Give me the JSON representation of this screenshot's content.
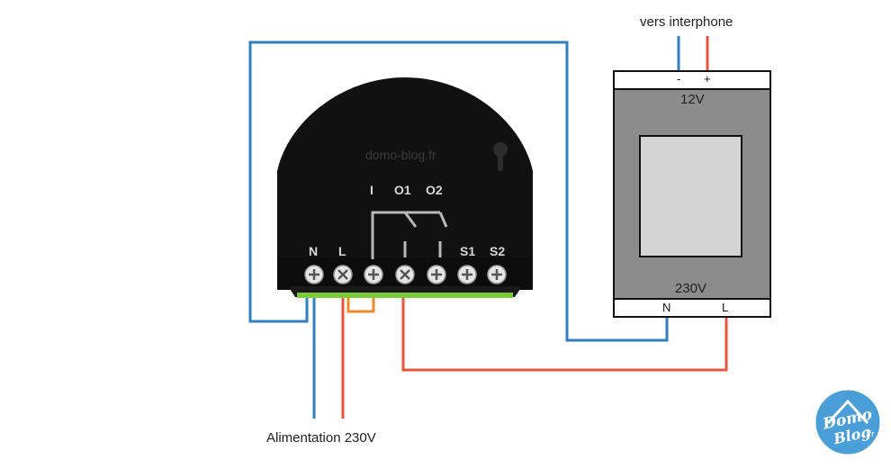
{
  "labels": {
    "intercom_title": "vers interphone",
    "supply_caption": "Alimentation 230V"
  },
  "module": {
    "watermark": "domo-blog.fr",
    "top_terminals": [
      "I",
      "O1",
      "O2"
    ],
    "bottom_terminals": [
      "N",
      "L",
      "",
      "",
      "",
      "S1",
      "S2"
    ]
  },
  "transformer": {
    "output_voltage": "12V",
    "input_voltage": "230V",
    "output_terminals": [
      "-",
      "+"
    ],
    "input_terminals": [
      "N",
      "L"
    ]
  },
  "logo": {
    "line1": "Domo",
    "line2": "Blog",
    "suffix": ".fr"
  },
  "colors": {
    "neutral_wire": "#2f7fc0",
    "live_wire": "#e8533c",
    "bridge_wire": "#ef8a2a",
    "module_body": "#111111",
    "terminal_strip": "#7ccc3a",
    "transformer_body": "#8c8c8c",
    "logo_blue": "#4a9fd8"
  }
}
